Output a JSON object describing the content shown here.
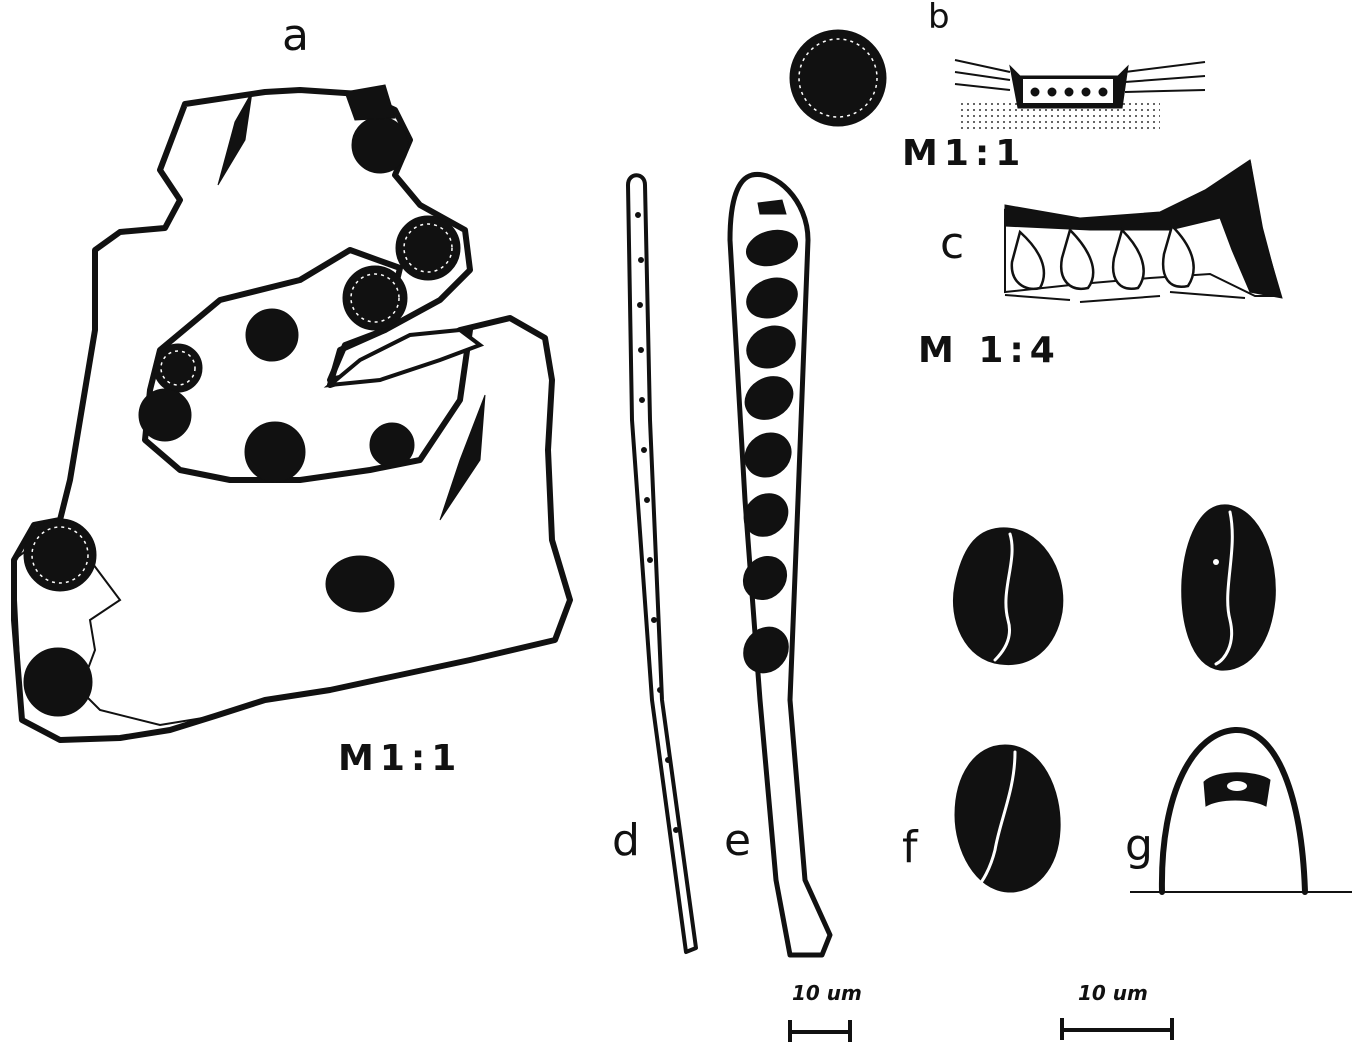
{
  "figure": {
    "panels": {
      "a": {
        "letter": "a",
        "magnification": "M1:1"
      },
      "b": {
        "letter": "b",
        "magnification": "M1:1"
      },
      "c": {
        "letter": "c",
        "magnification": "M 1:4"
      },
      "d": {
        "letter": "d"
      },
      "e": {
        "letter": "e"
      },
      "f": {
        "letter": "f"
      },
      "g": {
        "letter": "g"
      }
    },
    "scale_bars": [
      {
        "label": "10 um"
      },
      {
        "label": "10 um"
      }
    ]
  }
}
